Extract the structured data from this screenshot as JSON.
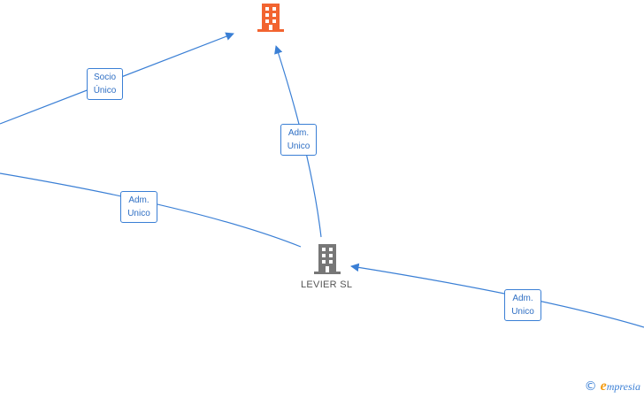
{
  "colors": {
    "edge": "#3a7fd5",
    "target_company": "#f26430",
    "company": "#777777"
  },
  "nodes": {
    "target": {
      "icon": "building-icon",
      "label": ""
    },
    "levier": {
      "icon": "building-icon",
      "label": "LEVIER SL"
    }
  },
  "edges": {
    "e1": {
      "line1": "Socio",
      "line2": "Único"
    },
    "e2": {
      "line1": "Adm.",
      "line2": "Unico"
    },
    "e3": {
      "line1": "Adm.",
      "line2": "Unico"
    },
    "e4": {
      "line1": "Adm.",
      "line2": "Unico"
    }
  },
  "watermark": {
    "copyright": "©",
    "brand_first": "e",
    "brand_rest": "mpresia"
  }
}
